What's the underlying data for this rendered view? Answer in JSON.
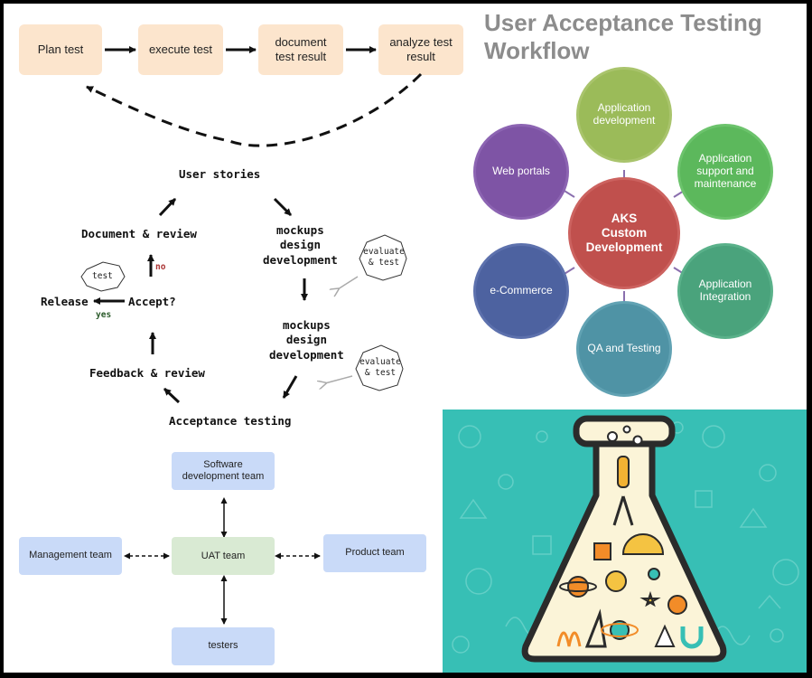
{
  "title": {
    "line1": "User Acceptance Testing",
    "line2": "Workflow"
  },
  "test_cycle": [
    {
      "label": "Plan test"
    },
    {
      "label": "execute test"
    },
    {
      "label": "document test result"
    },
    {
      "label": "analyze test result"
    }
  ],
  "agile_cycle": {
    "user_stories": "User stories",
    "mockups_1": [
      "mockups",
      "design",
      "development"
    ],
    "mockups_2": [
      "mockups",
      "design",
      "development"
    ],
    "acceptance_testing": "Acceptance testing",
    "feedback_review": "Feedback & review",
    "accept": "Accept?",
    "release": "Release",
    "document_review": "Document & review",
    "no_label": "no",
    "yes_label": "yes",
    "test_bubble": "test",
    "evaluate_1": [
      "evaluate",
      "& test"
    ],
    "evaluate_2": [
      "evaluate",
      "& test"
    ]
  },
  "teams": {
    "center": "UAT team",
    "top": "Software development team",
    "left": "Management team",
    "right": "Product team",
    "bottom": "testers"
  },
  "aks": {
    "center": [
      "AKS",
      "Custom",
      "Development"
    ],
    "satellites": [
      {
        "label": "Application development",
        "color": "#9bbb59"
      },
      {
        "label": "Application support and maintenance",
        "color": "#5cb85c"
      },
      {
        "label": "Application Integration",
        "color": "#4aa37c"
      },
      {
        "label": "QA and Testing",
        "color": "#4f93a5"
      },
      {
        "label": "e-Commerce",
        "color": "#4d62a0"
      },
      {
        "label": "Web portals",
        "color": "#7e54a5"
      }
    ],
    "center_color": "#c0504d"
  },
  "lab": {
    "background": "#37bfb5"
  }
}
